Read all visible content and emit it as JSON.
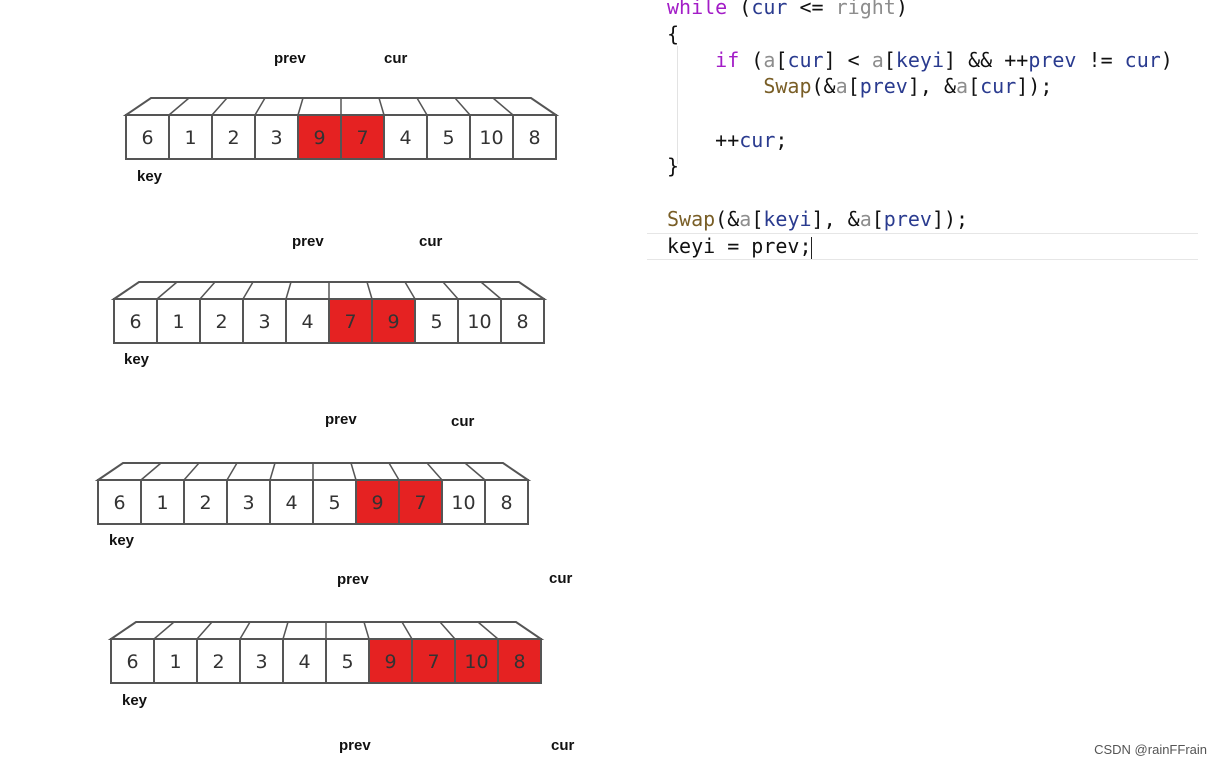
{
  "pointers": {
    "prev": "prev",
    "cur": "cur",
    "key": "key"
  },
  "colors": {
    "highlight": "#e52222",
    "box_stroke": "#555555",
    "keyword": "#a31dc7",
    "function": "#795e26",
    "variable": "#2a3b8f",
    "param": "#8d8d8d"
  },
  "steps": [
    {
      "values": [
        "6",
        "1",
        "2",
        "3",
        "9",
        "7",
        "4",
        "5",
        "10",
        "8"
      ],
      "highlighted": [
        4,
        5
      ],
      "prev_index": 3,
      "cur_index": 6
    },
    {
      "values": [
        "6",
        "1",
        "2",
        "3",
        "4",
        "7",
        "9",
        "5",
        "10",
        "8"
      ],
      "highlighted": [
        5,
        6
      ],
      "prev_index": 4,
      "cur_index": 7
    },
    {
      "values": [
        "6",
        "1",
        "2",
        "3",
        "4",
        "5",
        "9",
        "7",
        "10",
        "8"
      ],
      "highlighted": [
        6,
        7
      ],
      "prev_index": 5,
      "cur_index": 8
    },
    {
      "values": [
        "6",
        "1",
        "2",
        "3",
        "4",
        "5",
        "9",
        "7",
        "10",
        "8"
      ],
      "highlighted": [
        6,
        7,
        8,
        9
      ],
      "prev_index": 5,
      "cur_index": 10
    },
    {
      "values": [],
      "highlighted": [],
      "prev_index": 5,
      "cur_index": 10
    }
  ],
  "code": {
    "line1": {
      "kw": "while",
      "t1": " (",
      "v1": "cur",
      "t2": " <= ",
      "p1": "right",
      "t3": ")"
    },
    "line2": {
      "t1": "{"
    },
    "line3": {
      "t0": "    ",
      "kw": "if",
      "t1": " (",
      "p1": "a",
      "t2": "[",
      "v1": "cur",
      "t3": "] < ",
      "p2": "a",
      "t4": "[",
      "v2": "keyi",
      "t5": "] && ++",
      "v3": "prev",
      "t6": " != ",
      "v4": "cur",
      "t7": ")"
    },
    "line4": {
      "t0": "        ",
      "fn": "Swap",
      "t1": "(&",
      "p1": "a",
      "t2": "[",
      "v1": "prev",
      "t3": "], &",
      "p2": "a",
      "t4": "[",
      "v2": "cur",
      "t5": "]);"
    },
    "line6": {
      "t0": "    ",
      "t1": "++",
      "v1": "cur",
      "t2": ";"
    },
    "line7": {
      "t1": "}"
    },
    "line9": {
      "fn": "Swap",
      "t1": "(&",
      "p1": "a",
      "t2": "[",
      "v1": "keyi",
      "t3": "], &",
      "p2": "a",
      "t4": "[",
      "v2": "prev",
      "t5": "]);"
    },
    "line10": {
      "t1": "keyi = prev;"
    }
  },
  "watermark": "CSDN @rainFFrain"
}
